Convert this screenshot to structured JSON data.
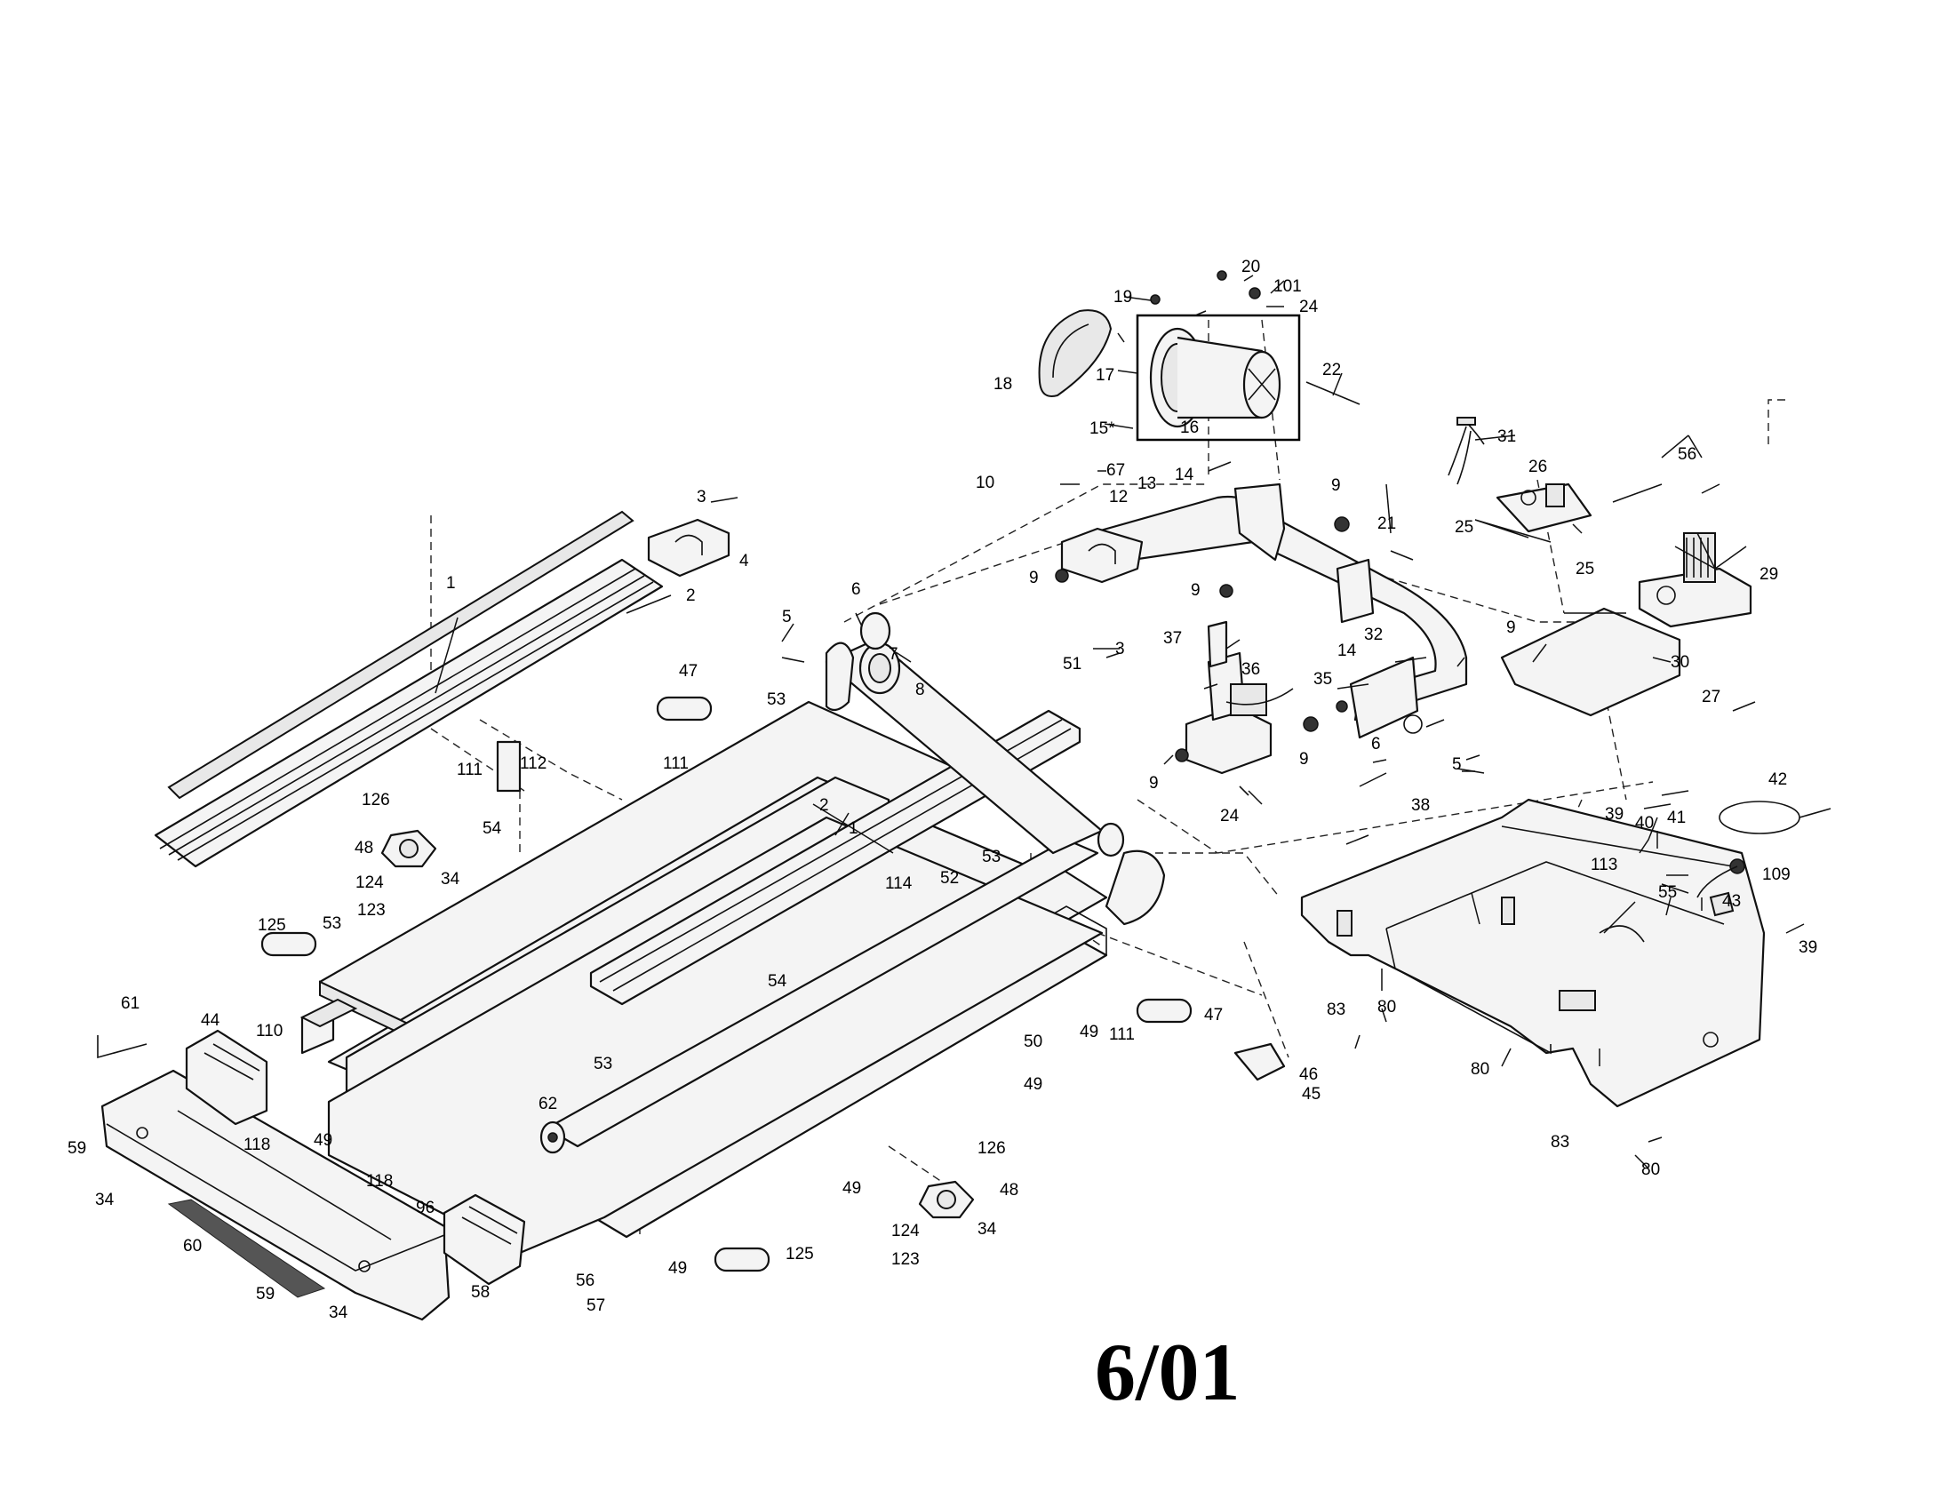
{
  "page_stamp": "6/01",
  "callouts": {
    "c1a": "1",
    "c1b": "1",
    "c2a": "2",
    "c2b": "2",
    "c3a": "3",
    "c3b": "3",
    "c4": "4",
    "c5a": "5",
    "c5b": "5",
    "c6a": "6",
    "c6b": "6",
    "c7": "7",
    "c8": "8",
    "c9a": "9",
    "c9b": "9",
    "c9c": "9",
    "c9d": "9",
    "c9e": "9",
    "c9f": "9",
    "c10": "10",
    "c12": "12",
    "c13": "13",
    "c14a": "14",
    "c14b": "14",
    "c15": "15*",
    "c16": "16",
    "c17": "17",
    "c18": "18",
    "c19": "19",
    "c20": "20",
    "c21": "21",
    "c22": "22",
    "c24a": "24",
    "c24b": "24",
    "c25a": "25",
    "c25b": "25",
    "c26": "26",
    "c27": "27",
    "c29": "29",
    "c30": "30",
    "c31": "31",
    "c32": "32",
    "c34a": "34",
    "c34b": "34",
    "c34c": "34",
    "c34d": "34",
    "c35": "35",
    "c36": "36",
    "c37": "37",
    "c38": "38",
    "c39a": "39",
    "c39b": "39",
    "c40": "40",
    "c41": "41",
    "c42": "42",
    "c43": "43",
    "c44": "44",
    "c45": "45",
    "c46": "46",
    "c47a": "47",
    "c47b": "47",
    "c48a": "48",
    "c48b": "48",
    "c49a": "49",
    "c49b": "49",
    "c49c": "49",
    "c49d": "49",
    "c49e": "49",
    "c50": "50",
    "c51": "51",
    "c52": "52",
    "c53a": "53",
    "c53b": "53",
    "c53c": "53",
    "c53d": "53",
    "c54a": "54",
    "c54b": "54",
    "c55": "55",
    "c56a": "56",
    "c56b": "56",
    "c57": "57",
    "c58": "58",
    "c59a": "59",
    "c59b": "59",
    "c60": "60",
    "c61": "61",
    "c62": "62",
    "c67": "67",
    "c80a": "80",
    "c80b": "80",
    "c80c": "80",
    "c83a": "83",
    "c83b": "83",
    "c96": "96",
    "c101": "101",
    "c109": "109",
    "c110": "110",
    "c111a": "111",
    "c111b": "111",
    "c111c": "111",
    "c112": "112",
    "c113": "113",
    "c114": "114",
    "c118a": "118",
    "c118b": "118",
    "c123a": "123",
    "c123b": "123",
    "c124a": "124",
    "c124b": "124",
    "c125a": "125",
    "c125b": "125",
    "c126a": "126",
    "c126b": "126"
  }
}
